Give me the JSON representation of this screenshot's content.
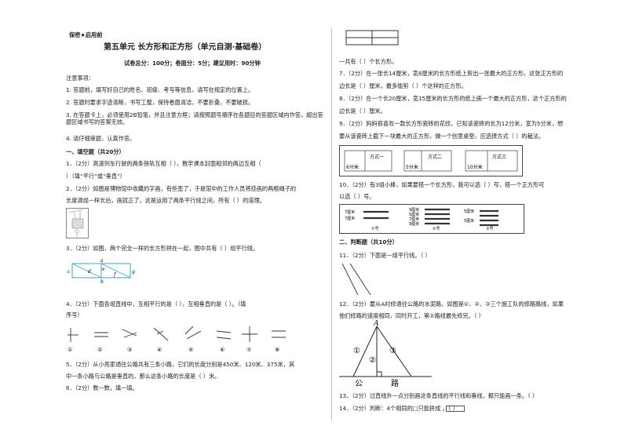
{
  "header": {
    "secret": "保密★启用前",
    "title": "第五单元    长方形和正方形（单元自测·基础卷）",
    "info": "试卷总分：100分；卷面分：5分；建议用时：90分钟"
  },
  "notes": {
    "heading": "注意事项：",
    "items": [
      "1. 答题前，填写好自己的姓名、班级、考号等信息，请写在规定的位置上。",
      "2. 答题时要求字迹清晰，书写工整，保持卷面清洁，不要折叠，不要破损。",
      "3. 在答题卡上，必须使用2B铅笔，并且注意方框；请按照题号顺序在各题目的答题区域内作答，超出答题区域书写的答案无效。",
      "4. 请仔细审题，认真作答。"
    ]
  },
  "section1": {
    "heading": "一、填空题（共20分）",
    "q1a": "1．（2分）高速列车行驶的两条铁轨互相（        ），数学课本封面相邻的两边互相（",
    "q1b": "）（填“平行”或“垂直”）",
    "q2a": "2．（2分）如图是博物馆中收藏的字画，有些歪了，于是馆中的工作人员将挂画的两根绳子的",
    "q2b": "长度调成一样长后，画就正了，这是运用了两条平行线之间，所有（        ）的道理。",
    "q3": "3．（2分）如图，两个完全一样的长方形拼在一起，图中共有（        ）组平行线。",
    "q3_labels": [
      "a",
      "c",
      "d",
      "e",
      "f",
      "g",
      "b"
    ],
    "q4a": "4．（2分）下面各组直线中，互相平行的是（        ），互相垂直的是（        ）。（填",
    "q4b": "序号）",
    "q4_labels": [
      "①",
      "②",
      "③",
      "④",
      "⑤",
      "⑥",
      "⑦",
      "⑧"
    ],
    "q5a": "5．（2分）从小亮家通往公路共有三条小路，它们的长度分别是450米、120米、375米，其",
    "q5b": "中一条小路与公路是垂直的，那么这条小路的长度是（        ）米。",
    "q6": "6．（2分）数一数，填一填。"
  },
  "right": {
    "q6c": "一共有（        ）个长方形。",
    "q7a": "7．（2分）在一张长14厘米，宽6厘米的长方形纸上剪出一张最大的正方形，这张正方形的",
    "q7b": "边长是（        ）厘米，最多能剪（        ）个这样的正方形。",
    "q8a": "8．（2分）在一个长20厘米，宽15厘米的长方形的纸上画一个最大的正方形，这个正方形的",
    "q8b": "边长是（        ）厘米。",
    "q9a": "9．（2分）妈妈很喜欢一款长方形瓷砖的花纹。已知该瓷砖的长为12分米，宽为5分米，想",
    "q9b": "要从该瓷砖上截下一块最大的正方形，做一个创意桌垫，应选择方式（        ）的裁法。",
    "q9_opts": [
      "方式一",
      "方式二",
      "方式三"
    ],
    "q9_sizes": [
      "6分米",
      "5分米",
      "10分米"
    ],
    "q10a": "10．（2分）有3组小棒，如果要搭一个长方形，我可以选（        ）号，搭一个正方形可",
    "q10b": "以选（        ）号。",
    "q10_lens": [
      "7厘米",
      "7厘米",
      "9厘米",
      "5厘米",
      "7厘米",
      "9厘米",
      "5厘米",
      "5厘米"
    ],
    "q10_nums": [
      "①号",
      "②号",
      "③号"
    ],
    "section2": "二、判断题（共10分）",
    "q11": "11．（2分）下面是一组平行线。（        ）",
    "q12a": "12．（2分）要从A村修通往公路的水泥路，如图是①、②、③三个施工队的修路路线，如果",
    "q12b": "他们修路的速度相同，同时开工，第②路线最先修完。（        ）",
    "q12_labels": [
      "A",
      "①",
      "②",
      "③",
      "公",
      "路"
    ],
    "q13": "13．（2分）过直线外一点分别画这条直线的平行线和垂线，都只能画一条。（        ）",
    "q14": "14．（2分）判断：4个相同的□只能拼成        。（        ）"
  }
}
